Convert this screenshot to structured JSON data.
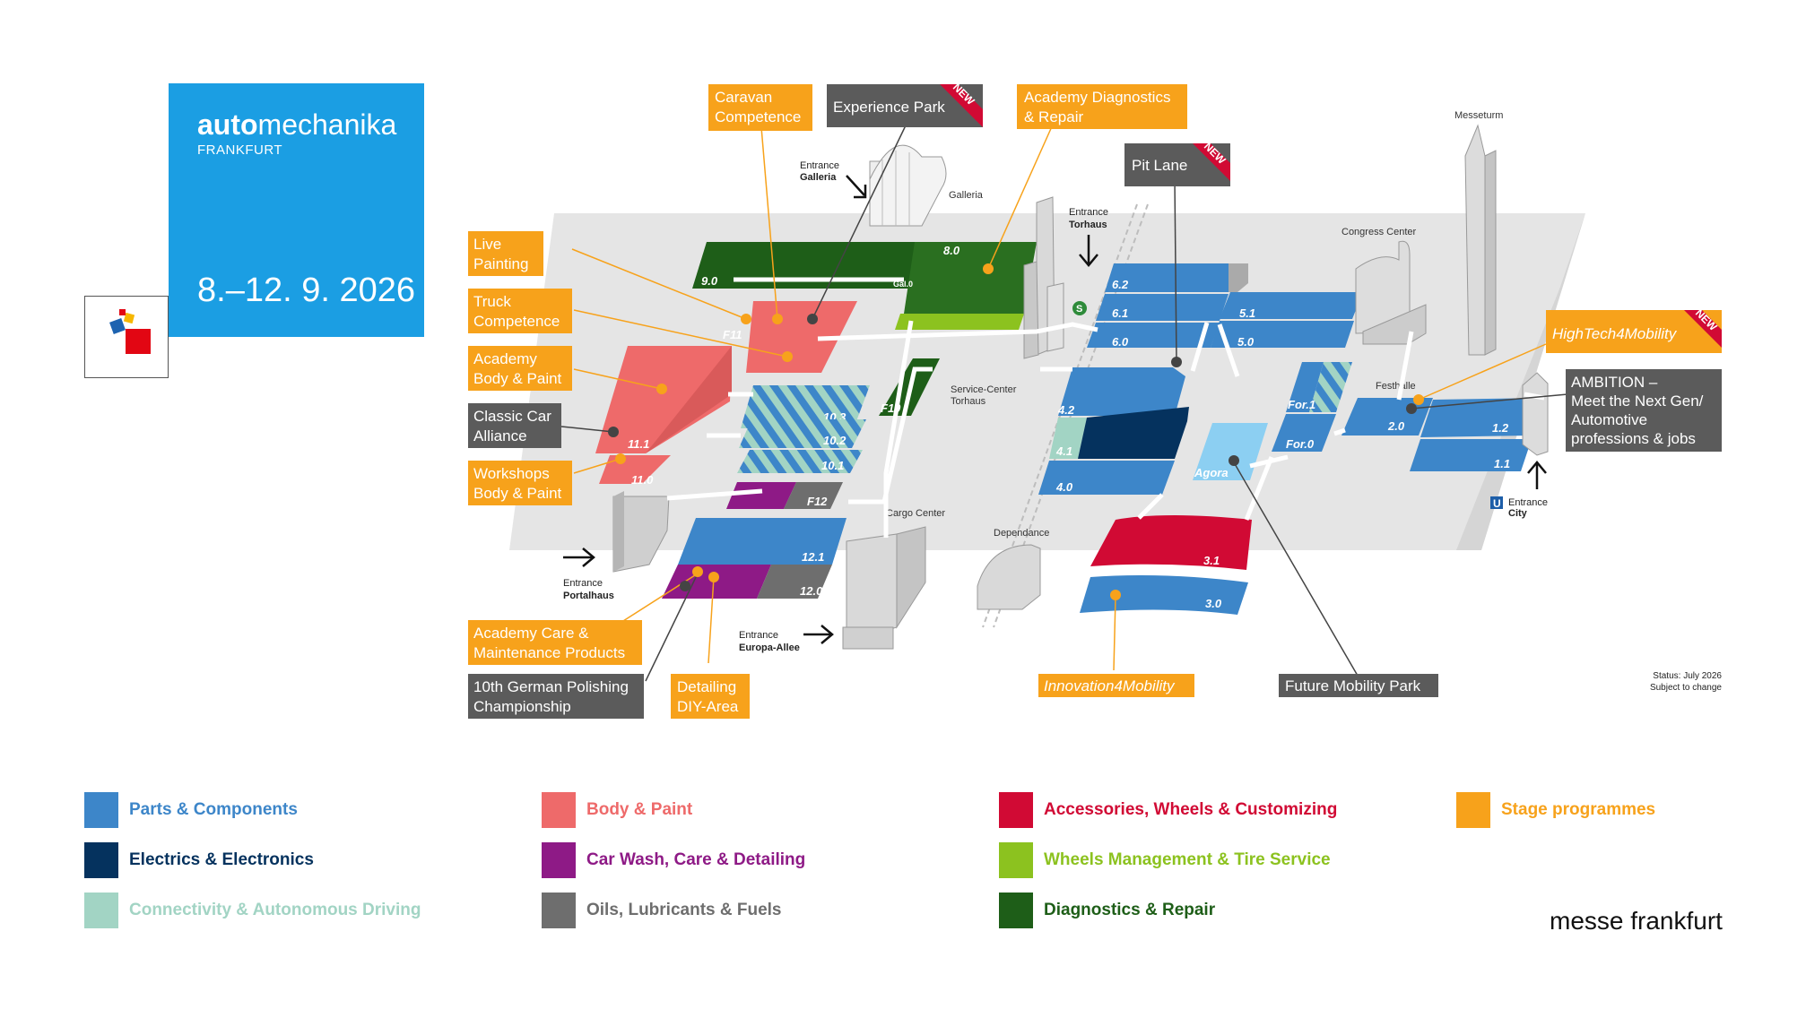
{
  "logo": {
    "name_bold": "auto",
    "name_regular": "mechanika",
    "location": "FRANKFURT",
    "dates": "8.–12. 9. 2026"
  },
  "brand": "messe frankfurt",
  "status": {
    "line1": "Status: July 2026",
    "line2": "Subject to change"
  },
  "callouts": {
    "caravan": [
      "Caravan",
      "Competence"
    ],
    "experience": "Experience Park",
    "academy_diag": [
      "Academy Diagnostics",
      "& Repair"
    ],
    "pit_lane": "Pit Lane",
    "live_painting": [
      "Live",
      "Painting"
    ],
    "truck": [
      "Truck",
      "Competence"
    ],
    "academy_body": [
      "Academy",
      "Body & Paint"
    ],
    "classic_car": [
      "Classic Car",
      "Alliance"
    ],
    "workshops": [
      "Workshops",
      "Body & Paint"
    ],
    "academy_care": [
      "Academy Care &",
      "Maintenance Products"
    ],
    "polishing": [
      "10th German Polishing",
      "Championship"
    ],
    "detailing": [
      "Detailing",
      "DIY-Area"
    ],
    "innovation": "Innovation4Mobility",
    "future": "Future Mobility Park",
    "hightech": "HighTech4Mobility",
    "ambition": [
      "AMBITION –",
      "Meet the Next Gen/",
      "Automotive",
      "professions & jobs"
    ],
    "new_badge": "NEW"
  },
  "places": {
    "entrance_galleria": [
      "Entrance",
      "Galleria"
    ],
    "galleria": "Galleria",
    "entrance_torhaus": [
      "Entrance",
      "Torhaus"
    ],
    "messeturm": "Messeturm",
    "congress": "Congress Center",
    "festhalle": "Festhalle",
    "service_center": [
      "Service-Center",
      "Torhaus"
    ],
    "cargo": "Cargo Center",
    "dependance": "Dependance",
    "entrance_portalhaus": [
      "Entrance",
      "Portalhaus"
    ],
    "entrance_europa": [
      "Entrance",
      "Europa-Allee"
    ],
    "entrance_city": [
      "Entrance",
      "City"
    ],
    "agora": "Agora",
    "s_bahn": "S",
    "u_bahn": "U"
  },
  "halls": {
    "h9_0": "9.0",
    "h8_0": "8.0",
    "gal0": "Gal.0",
    "f11": "F11",
    "f10": "F10",
    "f12": "F12",
    "h11_1": "11.1",
    "h11_0": "11.0",
    "h10_3": "10.3",
    "h10_2": "10.2",
    "h10_1": "10.1",
    "h12_1": "12.1",
    "h12_0": "12.0",
    "h6_2": "6.2",
    "h6_1": "6.1",
    "h6_0": "6.0",
    "h5_1": "5.1",
    "h5_0": "5.0",
    "h4_2": "4.2",
    "h4_1": "4.1",
    "h4_0": "4.0",
    "h3_1": "3.1",
    "h3_0": "3.0",
    "for1": "For.1",
    "for0": "For.0",
    "h2_0": "2.0",
    "h1_2": "1.2",
    "h1_1": "1.1"
  },
  "legend": [
    {
      "label": "Parts & Components",
      "color": "#3d86c9",
      "text_color": "#3d86c9"
    },
    {
      "label": "Electrics & Electronics",
      "color": "#05325e",
      "text_color": "#05325e"
    },
    {
      "label": "Connectivity & Autonomous Driving",
      "color": "#a2d4c4",
      "text_color": "#a2d4c4"
    },
    {
      "label": "Body & Paint",
      "color": "#ee6a6a",
      "text_color": "#ee6a6a"
    },
    {
      "label": "Car Wash, Care & Detailing",
      "color": "#8e1a86",
      "text_color": "#8e1a86"
    },
    {
      "label": "Oils, Lubricants & Fuels",
      "color": "#6e6e6e",
      "text_color": "#6e6e6e"
    },
    {
      "label": "Accessories, Wheels & Customizing",
      "color": "#d10a34",
      "text_color": "#d10a34"
    },
    {
      "label": "Wheels Management & Tire Service",
      "color": "#8cc21f",
      "text_color": "#8cc21f"
    },
    {
      "label": "Diagnostics & Repair",
      "color": "#1e5e18",
      "text_color": "#1e5e18"
    },
    {
      "label": "Stage programmes",
      "color": "#f7a21b",
      "text_color": "#f7a21b"
    }
  ]
}
